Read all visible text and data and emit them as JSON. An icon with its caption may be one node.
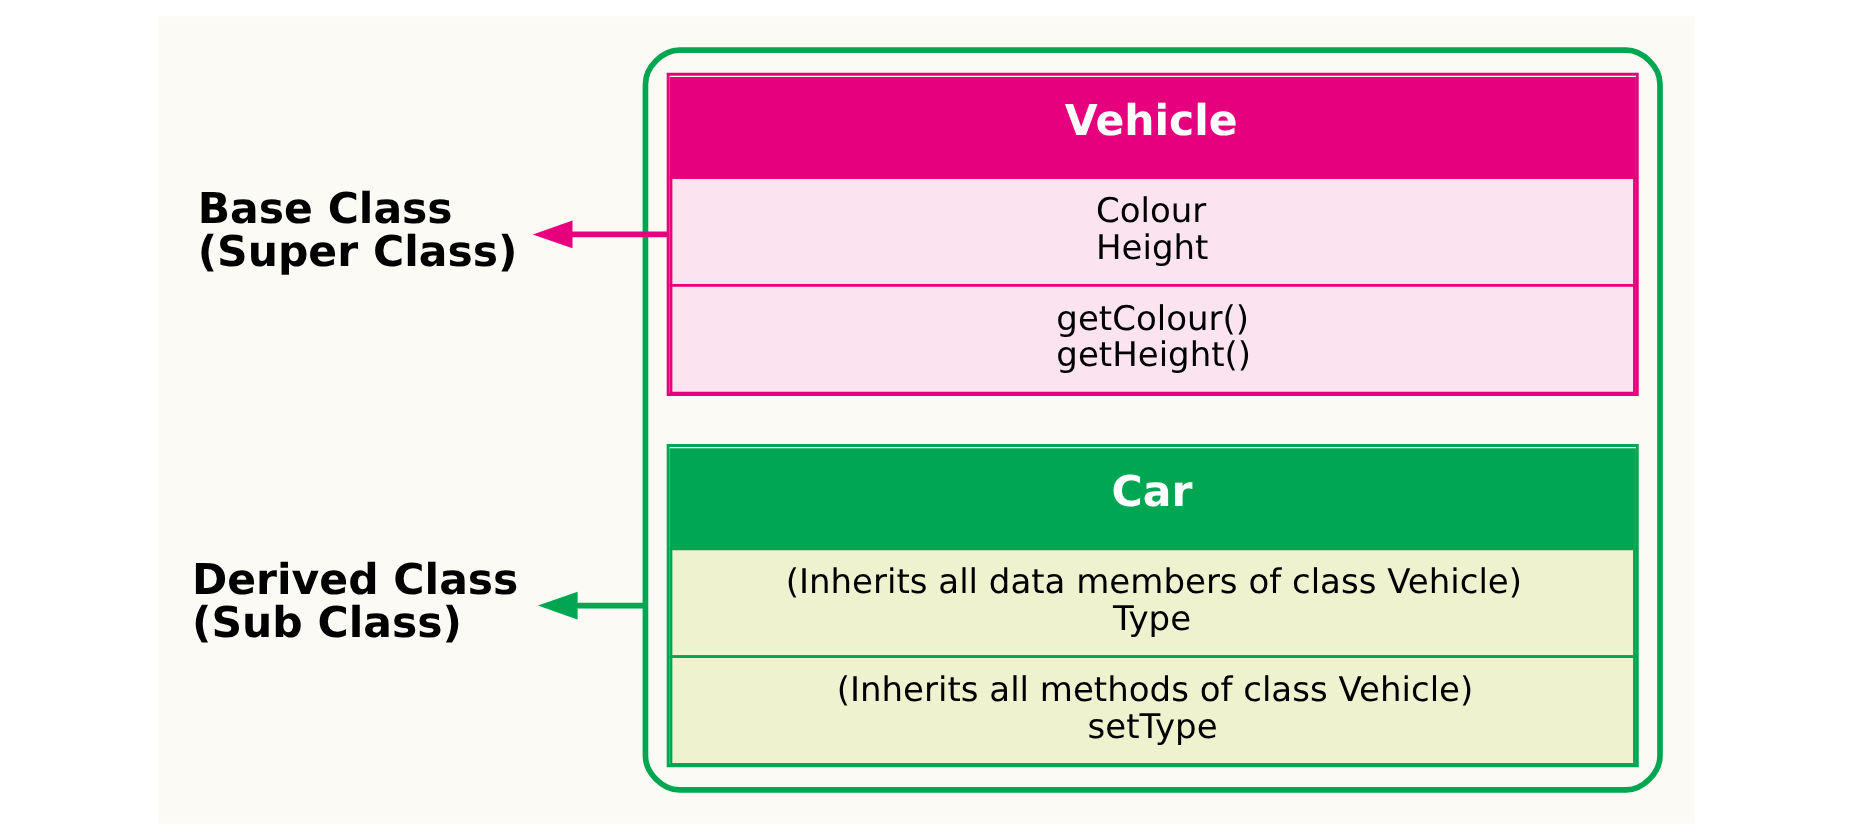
{
  "diagram": {
    "nodes": [
      {
        "text": [],
        "shape": "box"
      },
      {
        "text": [
          "Vehicle",
          "Colour",
          "Height",
          "getColour()",
          "getHeight()"
        ],
        "in": 0
      },
      {
        "text": [
          "Car",
          "(Inherits all data members of class Vehicle)",
          "Type",
          "(Inherits all methods of class Vehicle)",
          "setType"
        ],
        "in": 0
      },
      {
        "text": [
          "Base Class (Super Class)"
        ]
      },
      {
        "text": [
          "Derived Class (Sub Class)"
        ]
      }
    ],
    "edges": [
      {
        "from": 1,
        "to": 3,
        "arrow": "to",
        "color": "#e6007e"
      },
      {
        "from": 0,
        "to": 4,
        "arrow": "to",
        "color": "#00a651"
      }
    ]
  }
}
